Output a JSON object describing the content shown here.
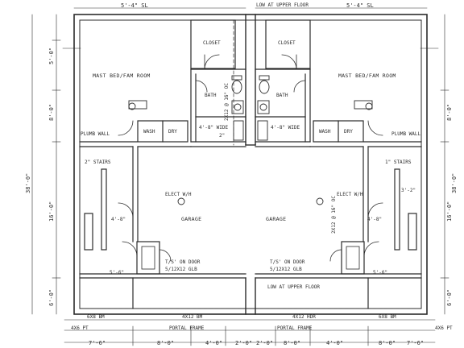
{
  "plan": {
    "labels": {
      "top_left_dim": "5'-4\" SL",
      "top_right_dim": "5'-4\" SL",
      "top_center_note": "LOW AT UPPER FLOOR",
      "bottom_center_note": "LOW AT UPPER FLOOR",
      "left_room": "MAST BED/FAM ROOM",
      "right_room": "MAST BED/FAM ROOM",
      "left_closet": "CLOSET",
      "right_closet": "CLOSET",
      "left_bath": "BATH",
      "right_bath": "BATH",
      "left_bath_width": "4'-8\" WIDE",
      "right_bath_width": "4'-8\" WIDE",
      "left_side_note": "PLUMB WALL",
      "right_side_note": "PLUMB WALL",
      "left_garage": "GARAGE",
      "right_garage": "GARAGE",
      "left_elect": "ELECT W/H",
      "right_elect": "ELECT W/H",
      "left_wash": "WASH",
      "left_dry": "DRY",
      "right_wash": "WASH",
      "right_dry": "DRY",
      "left_header_1": "T/S' ON DOOR",
      "left_header_2": "5/12X12 GLB",
      "right_header_1": "T/S' ON DOOR",
      "right_header_2": "5/12X12 GLB",
      "left_stair": "2\" STAIRS",
      "right_stair": "1\" STAIRS",
      "left_beam": "6X8 BM",
      "center_beam_left": "4X12 BM",
      "center_beam_right": "4X12 HDR",
      "right_beam": "6X8 BM",
      "frame_left": "PORTAL FRAME",
      "frame_right": "PORTAL FRAME",
      "corner_left": "4X6 PT",
      "corner_right": "4X6 PT",
      "left_v_total": "38'-0\"",
      "right_v_total": "38'-0\"",
      "left_v_1": "5'-0\"",
      "left_v_2": "8'-0\"",
      "left_v_3": "16'-0\"",
      "left_v_4": "6'-0\"",
      "right_v_1": "8'-0\"",
      "right_v_2": "16'-0\"",
      "right_v_3": "6'-0\"",
      "bath_wall_left": "2X12 @ 16\" OC",
      "bath_wall_right": "2X12 @ 16\" OC",
      "small_2": "2\"",
      "small_4": "4'-8\"",
      "small_5": "5'-6\"",
      "small_3": "3'-2\""
    },
    "bottom_dims": [
      "7'-6\"",
      "8'-0\"",
      "4'-0\"",
      "2'-0\"",
      "2'-0\"",
      "8'-0\"",
      "4'-0\"",
      "8'-0\"",
      "7'-6\""
    ]
  }
}
